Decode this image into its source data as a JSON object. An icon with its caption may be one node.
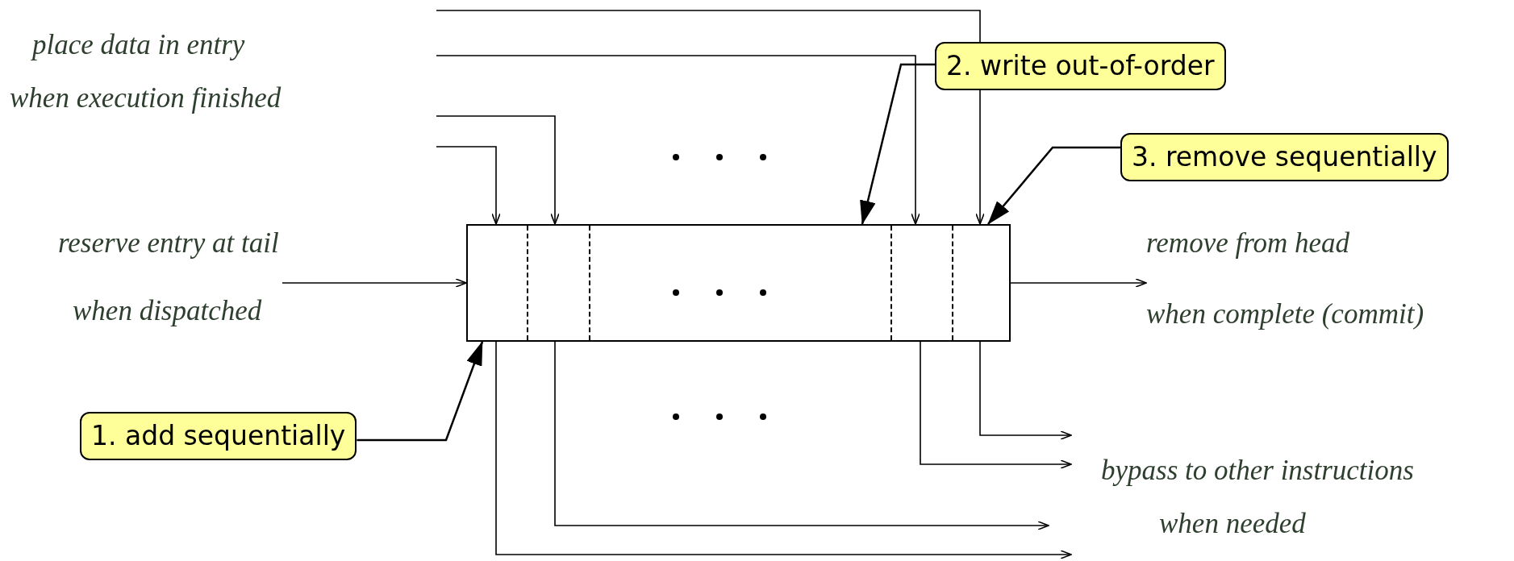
{
  "diagram": {
    "nodes": [
      {
        "text": [],
        "shape": "box"
      },
      {
        "text": [
          "1. add sequentially"
        ]
      },
      {
        "text": [
          "2. write out-of-order"
        ]
      },
      {
        "text": [
          "3. remove sequentially"
        ]
      },
      {
        "text": [
          "reserve entry at tail",
          "when dispatched"
        ]
      },
      {
        "text": [
          "remove from head",
          "when complete (commit)"
        ]
      }
    ],
    "edges": [
      {
        "from": null,
        "to": 0,
        "arrow": "to"
      },
      {
        "from": null,
        "to": 0,
        "arrow": "to"
      },
      {
        "from": null,
        "to": 0,
        "arrow": "to"
      },
      {
        "from": null,
        "to": 0,
        "arrow": "to"
      },
      {
        "from": 4,
        "to": 0,
        "arrow": "to"
      },
      {
        "from": 0,
        "to": 5,
        "arrow": "to"
      },
      {
        "from": 0,
        "to": null,
        "arrow": "to"
      },
      {
        "from": 0,
        "to": null,
        "arrow": "to"
      },
      {
        "from": 0,
        "to": null,
        "arrow": "to"
      },
      {
        "from": 0,
        "to": null,
        "arrow": "to"
      },
      {
        "from": 1,
        "to": 0,
        "arrow": "to"
      },
      {
        "from": 2,
        "to": 0,
        "arrow": "to"
      },
      {
        "from": 3,
        "to": 0,
        "arrow": "to"
      }
    ],
    "labels": [
      "place data in entry",
      "when execution finished",
      "bypass to other instructions",
      "when needed"
    ]
  }
}
